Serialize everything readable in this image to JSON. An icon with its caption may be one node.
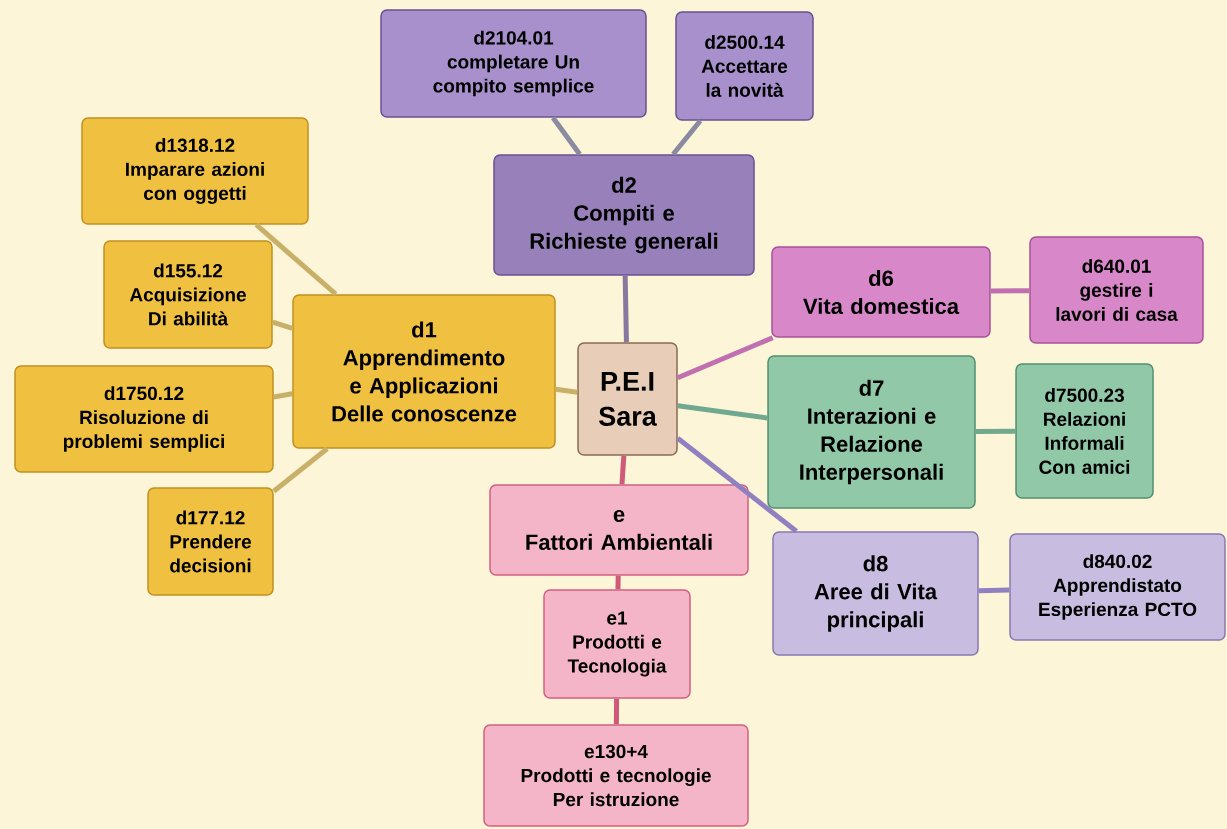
{
  "diagram": {
    "nodes": [
      {
        "text": [
          "P.E.I Sara"
        ]
      },
      {
        "text": [
          "d2",
          "Compiti e Richieste generali"
        ]
      },
      {
        "text": [
          "d2104.01",
          "completare Un compito semplice"
        ]
      },
      {
        "text": [
          "d2500.14",
          "Accettare la novità"
        ]
      },
      {
        "text": [
          "d1",
          "Apprendimento e Applicazioni Delle conoscenze"
        ]
      },
      {
        "text": [
          "d1318.12",
          "Imparare azioni con oggetti"
        ]
      },
      {
        "text": [
          "d155.12",
          "Acquisizione Di abilità"
        ]
      },
      {
        "text": [
          "d1750.12",
          "Risoluzione di problemi semplici"
        ]
      },
      {
        "text": [
          "d177.12",
          "Prendere decisioni"
        ]
      },
      {
        "text": [
          "d6",
          "Vita domestica"
        ]
      },
      {
        "text": [
          "d640.01",
          "gestire i lavori di casa"
        ]
      },
      {
        "text": [
          "d7",
          "Interazioni e Relazione Interpersonali"
        ]
      },
      {
        "text": [
          "d7500.23",
          "Relazioni Informali Con amici"
        ]
      },
      {
        "text": [
          "e",
          "Fattori Ambientali"
        ]
      },
      {
        "text": [
          "e1",
          "Prodotti e Tecnologia"
        ]
      },
      {
        "text": [
          "e130+4",
          "Prodotti e tecnologie Per istruzione"
        ]
      },
      {
        "text": [
          "d8",
          "Aree di Vita principali"
        ]
      },
      {
        "text": [
          "d840.02",
          "Apprendistato Esperienza PCTO"
        ]
      }
    ],
    "edges": [
      {
        "from": 0,
        "to": 1,
        "arrow": "none",
        "color": "#8878a0"
      },
      {
        "from": 1,
        "to": 2,
        "arrow": "none",
        "color": "#8a8aa0"
      },
      {
        "from": 1,
        "to": 3,
        "arrow": "none",
        "color": "#8a8aa0"
      },
      {
        "from": 0,
        "to": 4,
        "arrow": "none"
      },
      {
        "from": 4,
        "to": 5,
        "arrow": "none"
      },
      {
        "from": 4,
        "to": 6,
        "arrow": "none"
      },
      {
        "from": 4,
        "to": 7,
        "arrow": "none"
      },
      {
        "from": 4,
        "to": 8,
        "arrow": "none"
      },
      {
        "from": 0,
        "to": 9,
        "arrow": "none",
        "color": "#c070b0"
      },
      {
        "from": 9,
        "to": 10,
        "arrow": "none",
        "color": "#c070b0"
      },
      {
        "from": 0,
        "to": 11,
        "arrow": "none",
        "color": "#70a890"
      },
      {
        "from": 11,
        "to": 12,
        "arrow": "none",
        "color": "#70a890"
      },
      {
        "from": 0,
        "to": 13,
        "arrow": "none",
        "color": "#d05878"
      },
      {
        "from": 13,
        "to": 14,
        "arrow": "none",
        "color": "#d05878"
      },
      {
        "from": 14,
        "to": 15,
        "arrow": "none",
        "color": "#d05878"
      },
      {
        "from": 0,
        "to": 16,
        "arrow": "none",
        "color": "#9080c0"
      },
      {
        "from": 16,
        "to": 17,
        "arrow": "none",
        "color": "#9080c0"
      }
    ]
  }
}
